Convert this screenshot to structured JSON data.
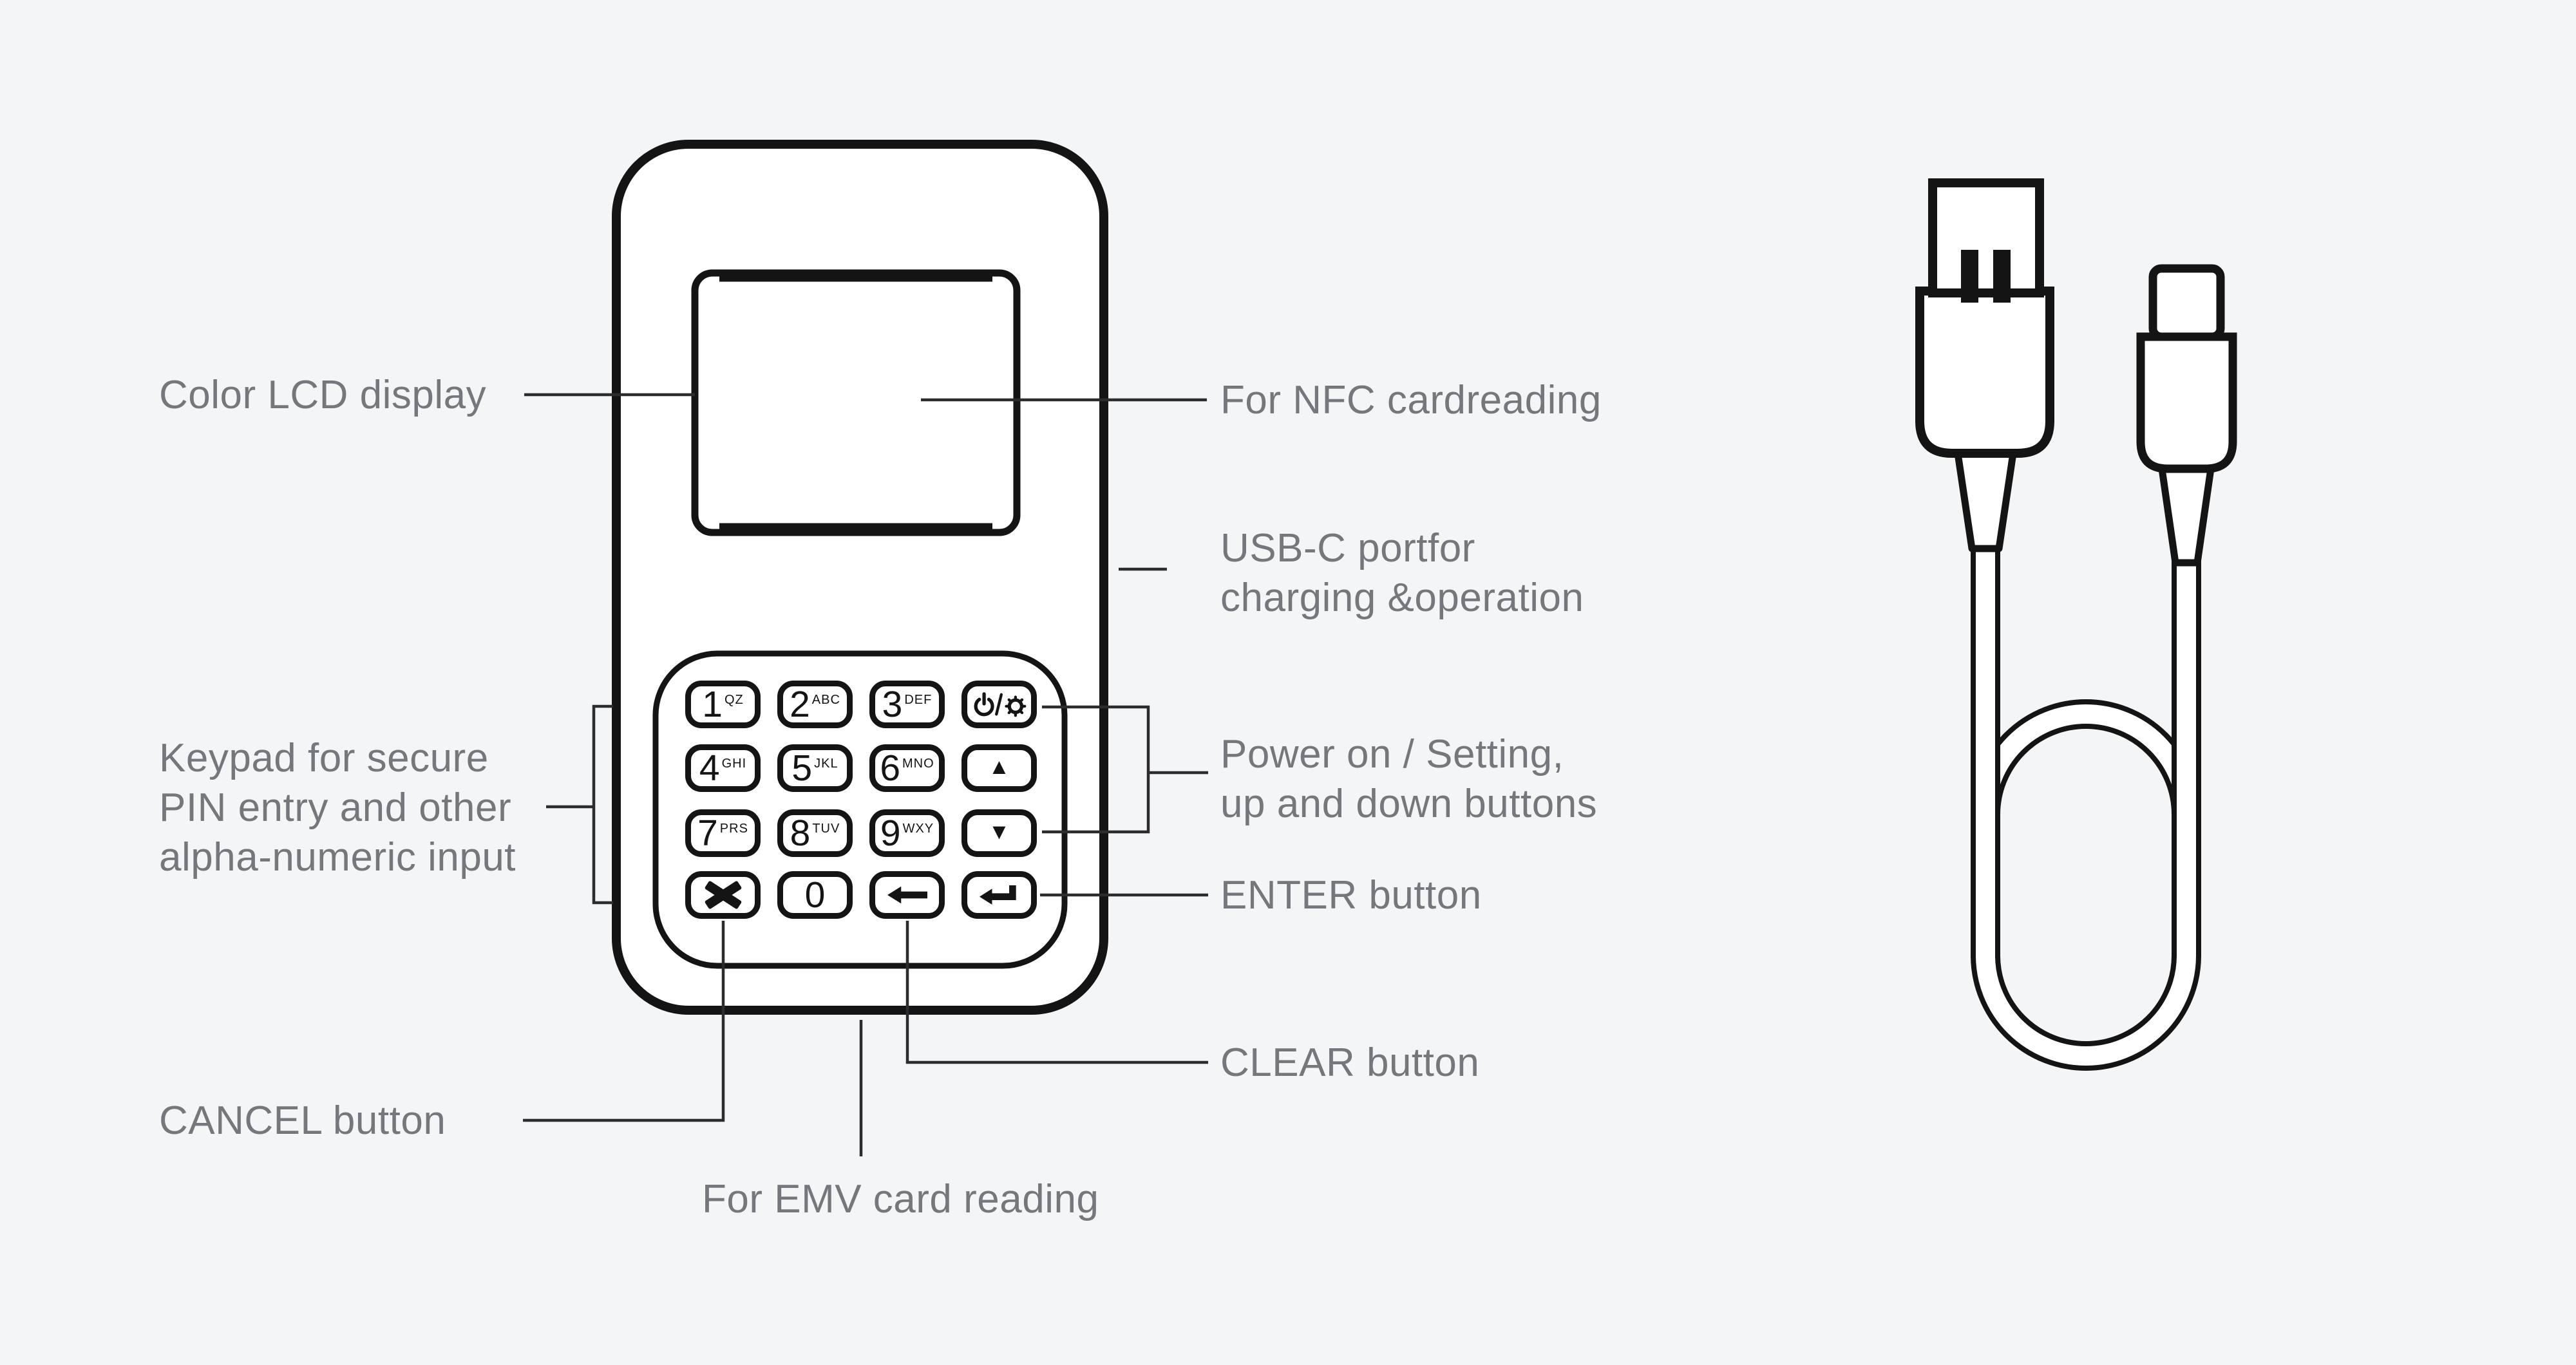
{
  "colors": {
    "background": "#f4f5f6",
    "ink": "#141414",
    "callout_line": "#2c2c2e",
    "label_text": "#75777c",
    "device_fill": "#ffffff"
  },
  "labels": {
    "lcd": "Color LCD display",
    "nfc": "For NFC cardreading",
    "usbc_line1": "USB-C portfor",
    "usbc_line2": "charging &operation",
    "keypad_line1": "Keypad for secure",
    "keypad_line2": "PIN entry and other",
    "keypad_line3": "alpha-numeric input",
    "power_line1": "Power on / Setting,",
    "power_line2": "up and down buttons",
    "enter": "ENTER button",
    "clear": "CLEAR button",
    "cancel": "CANCEL button",
    "emv": "For EMV card reading"
  },
  "keypad": {
    "keys": [
      {
        "digit": "1",
        "letters": "QZ"
      },
      {
        "digit": "2",
        "letters": "ABC"
      },
      {
        "digit": "3",
        "letters": "DEF"
      },
      {
        "digit": "4",
        "letters": "GHI"
      },
      {
        "digit": "5",
        "letters": "JKL"
      },
      {
        "digit": "6",
        "letters": "MNO"
      },
      {
        "digit": "7",
        "letters": "PRS"
      },
      {
        "digit": "8",
        "letters": "TUV"
      },
      {
        "digit": "9",
        "letters": "WXY"
      },
      {
        "digit": "0",
        "letters": ""
      }
    ],
    "up_arrow": "▲",
    "down_arrow": "▼"
  },
  "icons": {
    "power_settings": "power-slash-gear-icon",
    "cancel": "solid-x-icon",
    "clear": "solid-left-arrow-icon",
    "enter": "solid-return-arrow-icon"
  }
}
